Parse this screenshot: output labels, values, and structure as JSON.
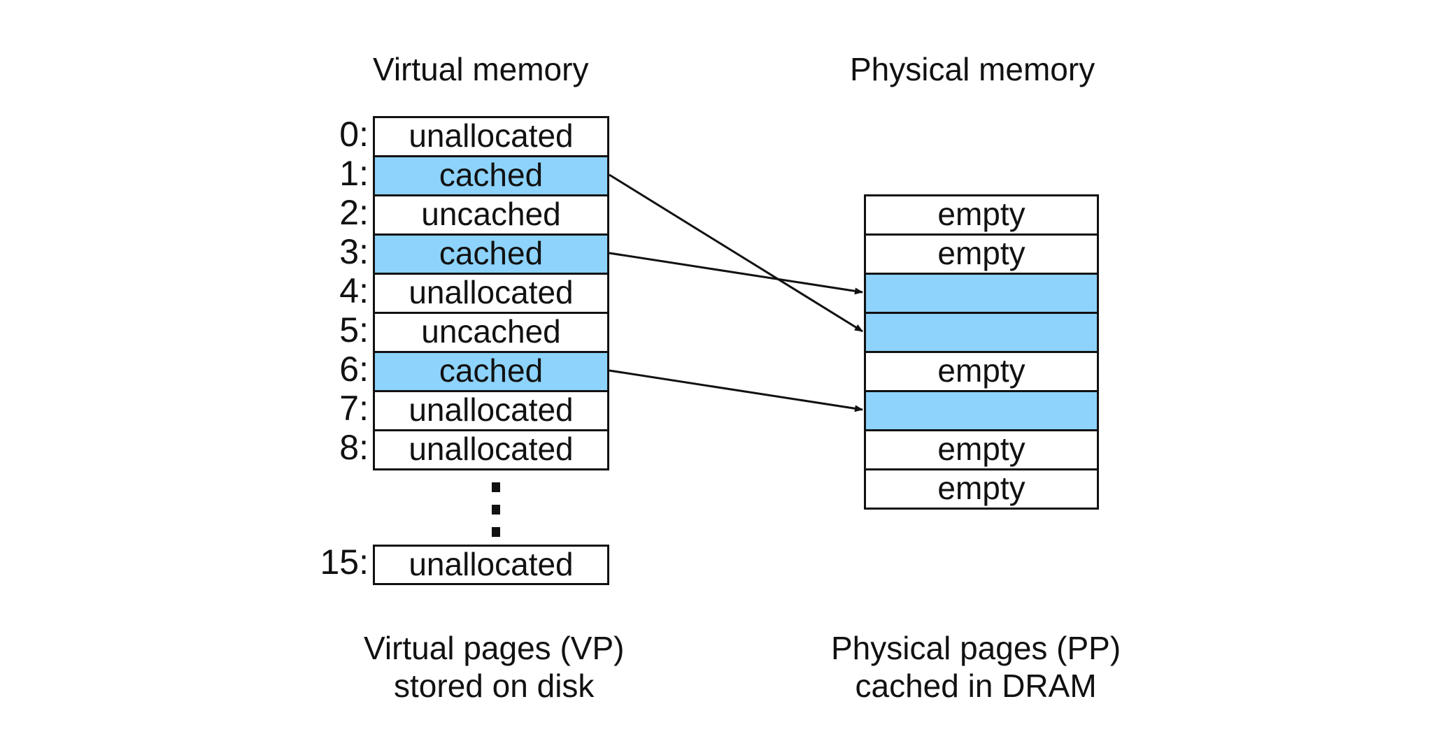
{
  "headings": {
    "virtual": "Virtual memory",
    "physical": "Physical memory"
  },
  "captions": {
    "virtual": [
      "Virtual pages (VP)",
      "stored on disk"
    ],
    "physical": [
      "Physical pages (PP)",
      "cached in DRAM"
    ]
  },
  "virtual_pages": [
    {
      "index": "0:",
      "label": "unallocated",
      "state": "unallocated"
    },
    {
      "index": "1:",
      "label": "cached",
      "state": "cached"
    },
    {
      "index": "2:",
      "label": "uncached",
      "state": "uncached"
    },
    {
      "index": "3:",
      "label": "cached",
      "state": "cached"
    },
    {
      "index": "4:",
      "label": "unallocated",
      "state": "unallocated"
    },
    {
      "index": "5:",
      "label": "uncached",
      "state": "uncached"
    },
    {
      "index": "6:",
      "label": "cached",
      "state": "cached"
    },
    {
      "index": "7:",
      "label": "unallocated",
      "state": "unallocated"
    },
    {
      "index": "8:",
      "label": "unallocated",
      "state": "unallocated"
    }
  ],
  "last_virtual_page": {
    "index": "15:",
    "label": "unallocated",
    "state": "unallocated"
  },
  "physical_pages": [
    {
      "label": "empty",
      "state": "empty"
    },
    {
      "label": "empty",
      "state": "empty"
    },
    {
      "label": "",
      "state": "cached"
    },
    {
      "label": "",
      "state": "cached"
    },
    {
      "label": "empty",
      "state": "empty"
    },
    {
      "label": "",
      "state": "cached"
    },
    {
      "label": "empty",
      "state": "empty"
    },
    {
      "label": "empty",
      "state": "empty"
    }
  ],
  "mappings": [
    {
      "from_vp": 1,
      "to_pp": 3
    },
    {
      "from_vp": 3,
      "to_pp": 2
    },
    {
      "from_vp": 6,
      "to_pp": 5
    }
  ],
  "colors": {
    "cached": "#8dd3fb",
    "line": "#111111"
  }
}
